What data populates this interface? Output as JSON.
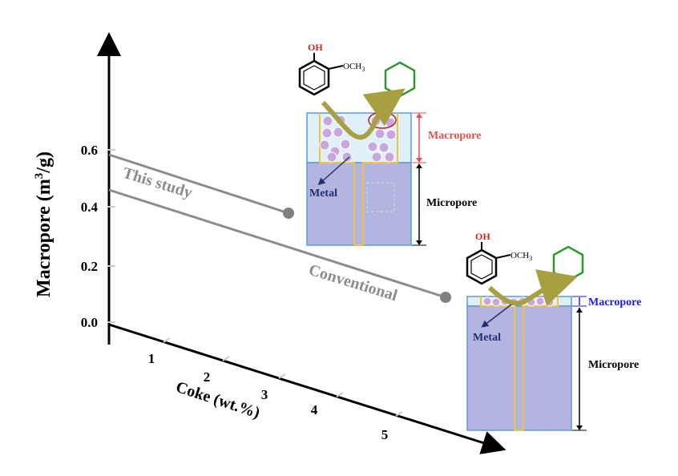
{
  "y_axis": {
    "label_main": "Macropore (m",
    "label_sup": "3",
    "label_end": "/g)",
    "ticks": [
      "0.0",
      "0.2",
      "0.4",
      "0.6"
    ]
  },
  "x_axis": {
    "label": "Coke (wt.%)",
    "ticks": [
      "1",
      "2",
      "3",
      "4",
      "5"
    ]
  },
  "lines": {
    "this_study": "This study",
    "conventional": "Conventional"
  },
  "top_pore": {
    "oh": "OH",
    "och3": "OCH",
    "och3_sub": "3",
    "macropore_label": "Macropore",
    "metal_label": "Metal",
    "micropore_label": "Micropore"
  },
  "bottom_pore": {
    "oh": "OH",
    "och3": "OCH",
    "och3_sub": "3",
    "macropore_label": "Macropore",
    "metal_label": "Metal",
    "micropore_label": "Micropore"
  },
  "colors": {
    "axis": "#000000",
    "line_gray": "#8c8c8c",
    "pore_fill": "#b4b4e0",
    "pore_border": "#5b9bd5",
    "channel": "#f0c040",
    "particle": "#c8a8dc",
    "arrow_olive": "#a8a040",
    "hexagon_green": "#2e9a2e",
    "macropore_red": "#e05050",
    "macropore_blue": "#1a1aff",
    "metal_navy": "#1f2f6f",
    "oh_red": "#d02020"
  }
}
